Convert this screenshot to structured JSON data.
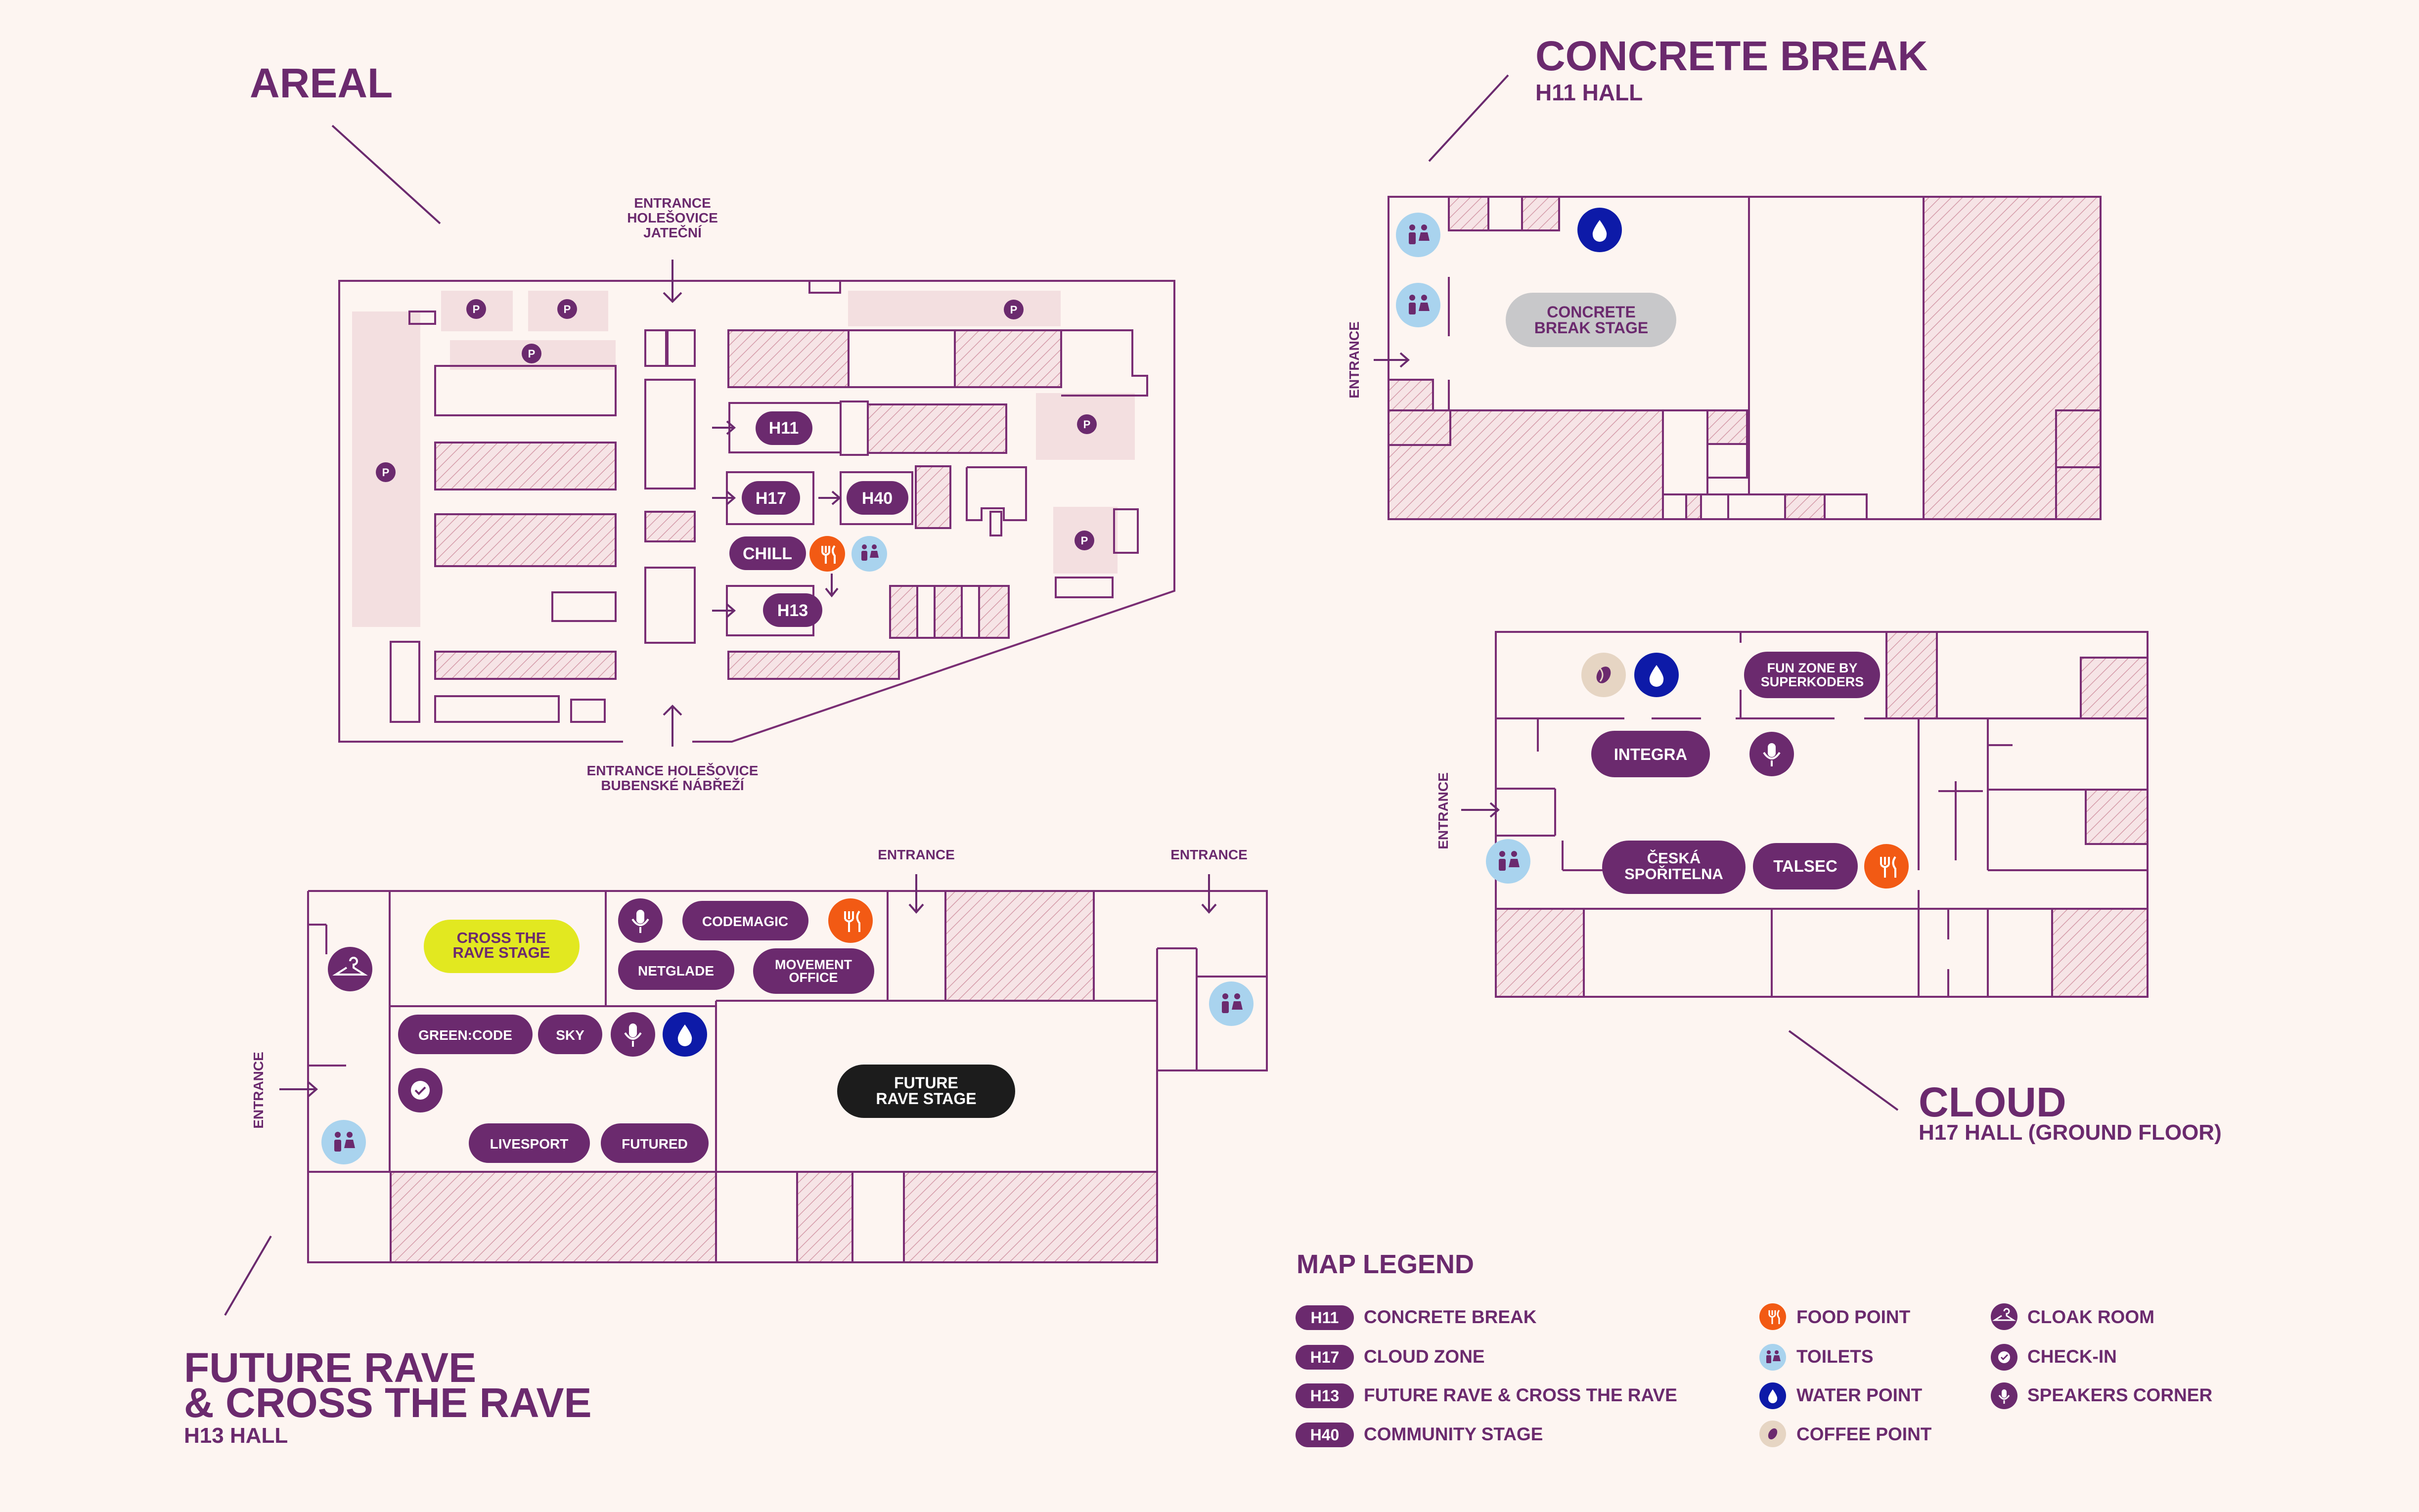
{
  "titles": {
    "areal": "AREAL",
    "concrete": "CONCRETE BREAK",
    "concrete_sub": "H11 HALL",
    "cloud": "CLOUD",
    "cloud_sub": "H17 HALL (GROUND FLOOR)",
    "future_line1": "FUTURE RAVE",
    "future_line2": "& CROSS THE RAVE",
    "future_sub": "H13 HALL"
  },
  "areal": {
    "entrance_top": [
      "ENTRANCE",
      "HOLEŠOVICE",
      "JATEČNÍ"
    ],
    "entrance_bottom": [
      "ENTRANCE HOLEŠOVICE",
      "BUBENSKÉ NÁBŘEŽÍ"
    ],
    "halls": {
      "h11": "H11",
      "h17": "H17",
      "h40": "H40",
      "chill": "CHILL",
      "h13": "H13"
    },
    "parking": "P"
  },
  "concrete_map": {
    "entrance": "ENTRANCE",
    "stage": [
      "CONCRETE",
      "BREAK STAGE"
    ]
  },
  "cloud_map": {
    "entrance": "ENTRANCE",
    "funzone": [
      "FUN ZONE BY",
      "SUPERKODERS"
    ],
    "integra": "INTEGRA",
    "ceska": [
      "ČESKÁ",
      "SPOŘITELNA"
    ],
    "talsec": "TALSEC"
  },
  "future_map": {
    "entrance_left": "ENTRANCE",
    "entrance_top1": "ENTRANCE",
    "entrance_top2": "ENTRANCE",
    "cross_stage": [
      "CROSS THE",
      "RAVE STAGE"
    ],
    "codemagic": "CODEMAGIC",
    "netglade": "NETGLADE",
    "movement": [
      "MOVEMENT",
      "OFFICE"
    ],
    "greencode": "GREEN:CODE",
    "sky": "SKY",
    "livesport": "LIVESPORT",
    "futured": "FUTURED",
    "future_stage": [
      "FUTURE",
      "RAVE STAGE"
    ]
  },
  "legend": {
    "title": "MAP LEGEND",
    "halls": [
      {
        "code": "H11",
        "label": "CONCRETE BREAK"
      },
      {
        "code": "H17",
        "label": "CLOUD ZONE"
      },
      {
        "code": "H13",
        "label": "FUTURE RAVE & CROSS THE RAVE"
      },
      {
        "code": "H40",
        "label": "COMMUNITY STAGE"
      }
    ],
    "points": [
      {
        "icon": "food-icon",
        "label": "FOOD POINT"
      },
      {
        "icon": "toilets-icon",
        "label": "TOILETS"
      },
      {
        "icon": "water-icon",
        "label": "WATER POINT"
      },
      {
        "icon": "coffee-icon",
        "label": "COFFEE POINT"
      }
    ],
    "services": [
      {
        "icon": "cloakroom-icon",
        "label": "CLOAK ROOM"
      },
      {
        "icon": "checkin-icon",
        "label": "CHECK-IN"
      },
      {
        "icon": "speakers-icon",
        "label": "SPEAKERS CORNER"
      }
    ]
  },
  "colors": {
    "purple": "#6b2a6e",
    "background": "#fdf5f1",
    "food": "#f25a14",
    "toilets": "#a9d3ee",
    "water": "#0d1aa8",
    "coffee": "#e6d5c3",
    "cross_stage": "#e2e820",
    "concrete_stage": "#c8c8ca",
    "future_stage": "#1c1c1c"
  }
}
